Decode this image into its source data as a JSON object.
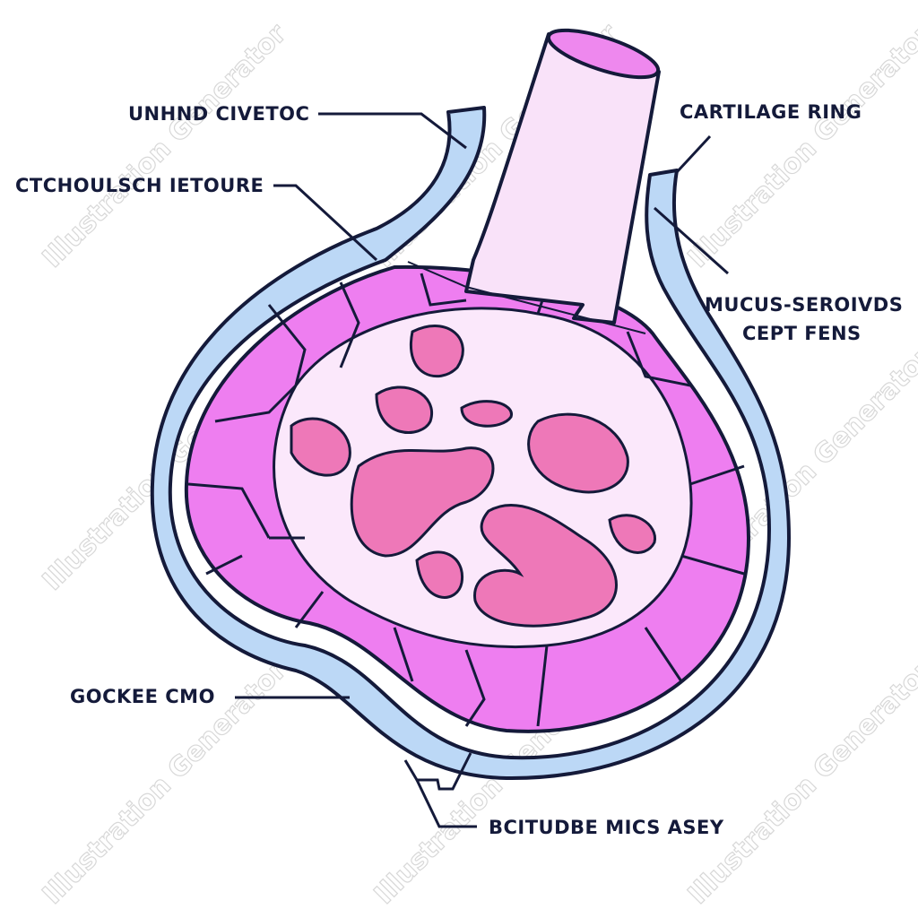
{
  "labels": {
    "top_left_1": "UNHND CIVETOC",
    "top_left_2": "CTCHOULSCH IETOURE",
    "top_right": "CARTILAGE RING",
    "right_1": "MUCUS-SEROIVDS",
    "right_2": "CEPT FENS",
    "bottom_left": "GOCKEE CMO",
    "bottom": "BCITUDBE MICS ASEY"
  },
  "watermark": "Illustration Generator",
  "colors": {
    "outline": "#141a3a",
    "wall": "#bcd8f6",
    "tissue": "#ee7ef0",
    "lumen": "#fbe8fb",
    "blob": "#ee78b8",
    "tube": "#f9e2f9",
    "tube_top": "#ee88ee"
  }
}
